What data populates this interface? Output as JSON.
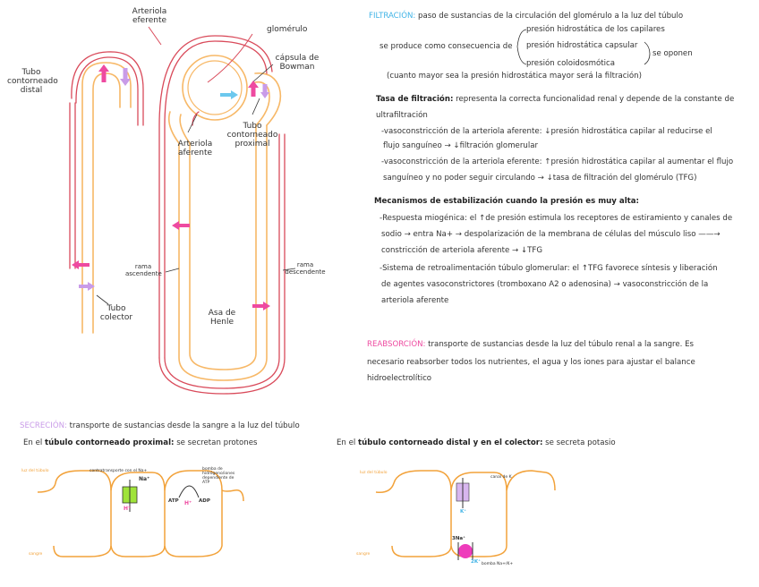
{
  "nephron": {
    "labels": {
      "arteriola_eferente": "Arteriola eferente",
      "glomerulo": "glomérulo",
      "capsula_bowman": "cápsula de Bowman",
      "tubo_distal": "Tubo contorneado distal",
      "arteriola_aferente": "Arteriola aferente",
      "tubo_proximal": "Tubo contorneado proximal",
      "rama_ascendente": "rama ascendente",
      "rama_descendente": "rama descendente",
      "asa_henle": "Asa de Henle",
      "tubo_colector": "Tubo colector"
    },
    "colors": {
      "tubule": "#f7b867",
      "vessel": "#d94a5a",
      "pink": "#ee4aa0",
      "lavender": "#c99be8",
      "cyan": "#6cc8ee"
    }
  },
  "filtracion": {
    "title": "FILTRACIÓN:",
    "def": "paso de sustancias de la circulación del glomérulo a la luz del túbulo",
    "cause": "se produce como consecuencia de",
    "p1": "presión hidrostática de los capilares",
    "p2": "presión hidrostática capsular",
    "p3": "presión coloidosmótica",
    "oppose": "se oponen",
    "note": "(cuanto mayor sea la presión hidrostática mayor será la filtración)"
  },
  "tasa": {
    "title": "Tasa de filtración:",
    "def_a": "representa la correcta funcionalidad renal y depende de la constante de",
    "def_b": "ultrafiltración",
    "v1a": "-vasoconstricción de la arteriola aferente: ↓presión hidrostática capilar al reducirse el",
    "v1b": "flujo sanguíneo → ↓filtración glomerular",
    "v2a": "-vasoconstricción de la arteriola eferente: ↑presión hidrostática capilar al aumentar el flujo",
    "v2b": "sanguíneo y no poder seguir circulando → ↓tasa de filtración del glomérulo (TFG)"
  },
  "mecanismos": {
    "title": "Mecanismos de estabilización cuando la presión es muy alta:",
    "r1": "-Respuesta miogénica: el ↑de presión estimula los receptores de estiramiento y canales de",
    "r2": "sodio → entra Na+ → despolarización de la membrana de células del músculo liso ——→",
    "r3": "constricción de arteriola aferente → ↓TFG",
    "s1": "-Sistema de retroalimentación túbulo glomerular: el ↑TFG favorece síntesis y liberación",
    "s2": "de agentes vasoconstrictores (tromboxano A2 o adenosina) → vasoconstricción de la",
    "s3": "arteriola aferente"
  },
  "reabsorcion": {
    "title": "REABSORCIÓN:",
    "l1": "transporte de sustancias desde la luz del túbulo renal a la sangre. Es",
    "l2": "necesario reabsorber todos los nutrientes, el agua y los iones para ajustar el balance",
    "l3": "hidroelectrolítico"
  },
  "secrecion": {
    "title": "SECRECIÓN:",
    "def": "transporte de sustancias desde la sangre a la luz del túbulo",
    "prox_pre": "En el",
    "prox_bold": "túbulo contorneado proximal:",
    "prox_post": "se secretan protones",
    "dist_pre": "En el",
    "dist_bold": "túbulo contorneado distal y en el colector:",
    "dist_post": "se secreta potasio",
    "luz": "luz del túbulo",
    "sangre": "sangre",
    "cotransporte": "contratransporte con el Na+",
    "bomba_atp": "bomba de hidrógeno/iones dependiente de ATP",
    "canal": "canal de K",
    "bomba_nak": "bomba Na+/K+",
    "na": "Na⁺",
    "h": "H⁺",
    "atp": "ATP",
    "adp": "ADP",
    "k": "K⁺",
    "k3": "3Na⁺",
    "k2": "2K⁺"
  }
}
